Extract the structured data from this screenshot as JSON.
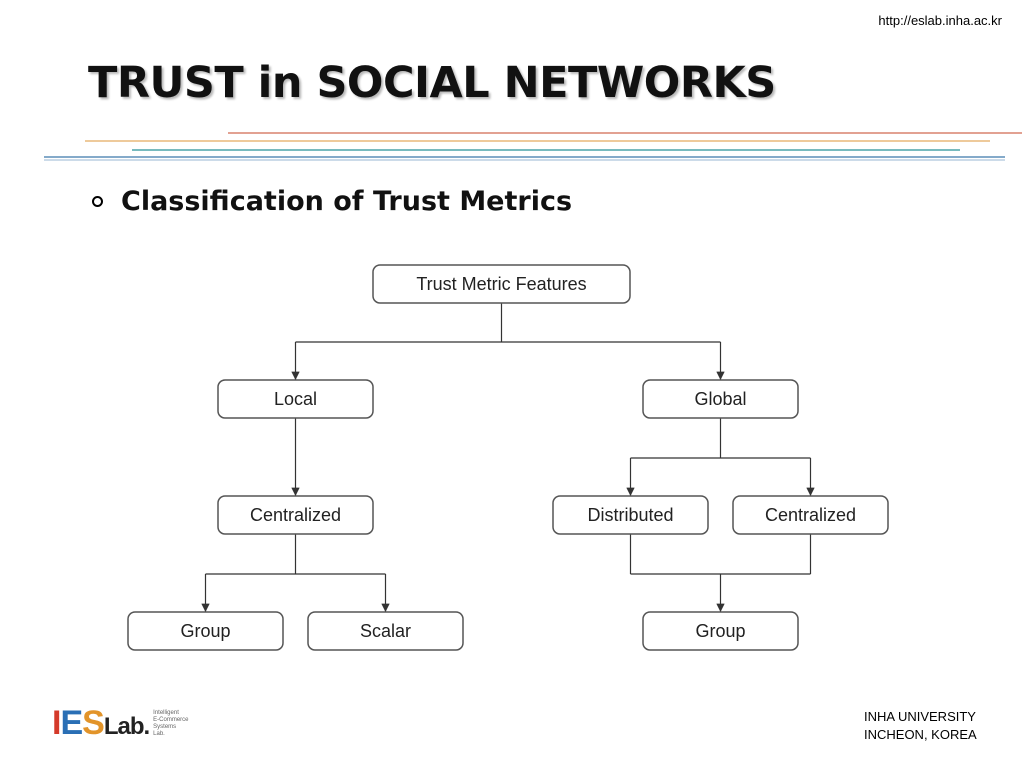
{
  "url": "http://eslab.inha.ac.kr",
  "title": "TRUST in SOCIAL NETWORKS",
  "bullet": "Classification of Trust Metrics",
  "diagram": {
    "nodes": [
      {
        "id": "root",
        "label": "Trust Metric Features"
      },
      {
        "id": "local",
        "label": "Local"
      },
      {
        "id": "global",
        "label": "Global"
      },
      {
        "id": "local-centralized",
        "label": "Centralized"
      },
      {
        "id": "distributed",
        "label": "Distributed"
      },
      {
        "id": "global-centralized",
        "label": "Centralized"
      },
      {
        "id": "local-group",
        "label": "Group"
      },
      {
        "id": "scalar",
        "label": "Scalar"
      },
      {
        "id": "global-group",
        "label": "Group"
      }
    ],
    "edges": [
      [
        "root",
        "local"
      ],
      [
        "root",
        "global"
      ],
      [
        "local",
        "local-centralized"
      ],
      [
        "global",
        "distributed"
      ],
      [
        "global",
        "global-centralized"
      ],
      [
        "local-centralized",
        "local-group"
      ],
      [
        "local-centralized",
        "scalar"
      ],
      [
        "distributed",
        "global-group"
      ],
      [
        "global-centralized",
        "global-group"
      ]
    ]
  },
  "logo": {
    "main_i": "I",
    "main_e": "E",
    "main_s": "S",
    "main_lab": "Lab.",
    "side_lines": [
      "Intelligent",
      "E-Commerce",
      "Systems",
      "Lab."
    ]
  },
  "university": {
    "line1": "INHA UNIVERSITY",
    "line2": "INCHEON, KOREA"
  },
  "colors": {
    "rule_red": "#d9826e",
    "rule_orange": "#e8b87a",
    "rule_blue": "#5b8db8",
    "rule_teal": "#4aa3a8"
  }
}
